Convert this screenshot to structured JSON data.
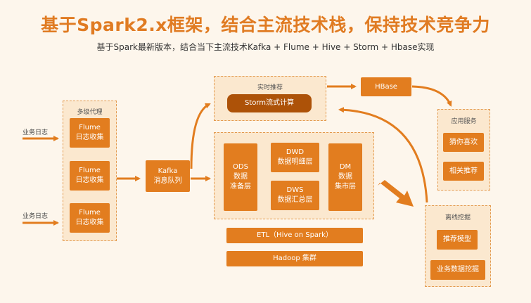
{
  "header": {
    "title": "基于Spark2.x框架，结合主流技术栈，保持技术竞争力",
    "subtitle": "基于Spark最新版本，结合当下主流技术Kafka + Flume + Hive + Storm + Hbase实现"
  },
  "inputs": {
    "log1": "业务日志",
    "log2": "业务日志"
  },
  "proxy": {
    "label": "多级代理",
    "flume1": "Flume\n日志收集",
    "flume2": "Flume\n日志收集",
    "flume3": "Flume\n日志收集"
  },
  "kafka": "Kafka\n消息队列",
  "realtime": {
    "label": "实时推荐",
    "storm": "Storm流式计算"
  },
  "hbase": "HBase",
  "warehouse": {
    "ods": "ODS\n数据\n准备层",
    "dwd": "DWD\n数据明细层",
    "dws": "DWS\n数据汇总层",
    "dm": "DM\n数据\n集市层"
  },
  "etl": "ETL（Hive on Spark）",
  "hadoop": "Hadoop 集群",
  "app_service": {
    "label": "应用服务",
    "guess": "猜你喜欢",
    "related": "相关推荐"
  },
  "offline": {
    "label": "离线挖掘",
    "model": "推荐模型",
    "mining": "业务数据挖掘"
  },
  "colors": {
    "accent": "#e27d1f",
    "dark": "#ad5208",
    "panel": "#fbe8cf",
    "background": "#fdf6ec"
  }
}
